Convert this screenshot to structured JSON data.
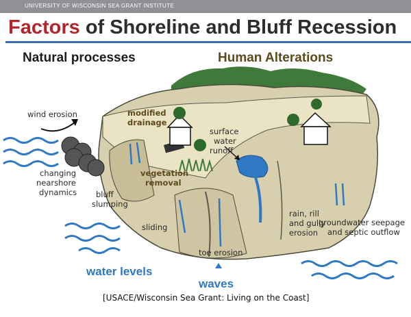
{
  "header_bar": "UNIVERSITY OF WISCONSIN SEA GRANT INSTITUTE",
  "title": {
    "accent": "Factors",
    "rest": " of Shoreline and Bluff Recession"
  },
  "sections": {
    "natural": "Natural processes",
    "human": "Human Alterations"
  },
  "labels": {
    "wind_erosion": "wind erosion",
    "modified_drainage_1": "modified",
    "modified_drainage_2": "drainage",
    "surface_runoff_1": "surface",
    "surface_runoff_2": "water",
    "surface_runoff_3": "runoff",
    "changing_1": "changing",
    "changing_2": "nearshore",
    "changing_3": "dynamics",
    "vegetation_1": "vegetation",
    "vegetation_2": "removal",
    "bluff_1": "bluff",
    "bluff_2": "slumping",
    "sliding": "sliding",
    "rain_1": "rain, rill",
    "rain_2": "and gully",
    "rain_3": "erosion",
    "groundwater_1": "groundwater seepage",
    "groundwater_2": "and septic outflow",
    "toe_erosion": "toe erosion",
    "water_levels": "water levels",
    "waves": "waves"
  },
  "citation": "[USACE/Wisconsin Sea Grant: Living on the Coast]",
  "colors": {
    "accent_red": "#b1252b",
    "rule_blue": "#3a6fb8",
    "water_blue": "#2f78c4",
    "grass_green": "#3f7a3a",
    "bluff_tan": "#d8cfae"
  }
}
